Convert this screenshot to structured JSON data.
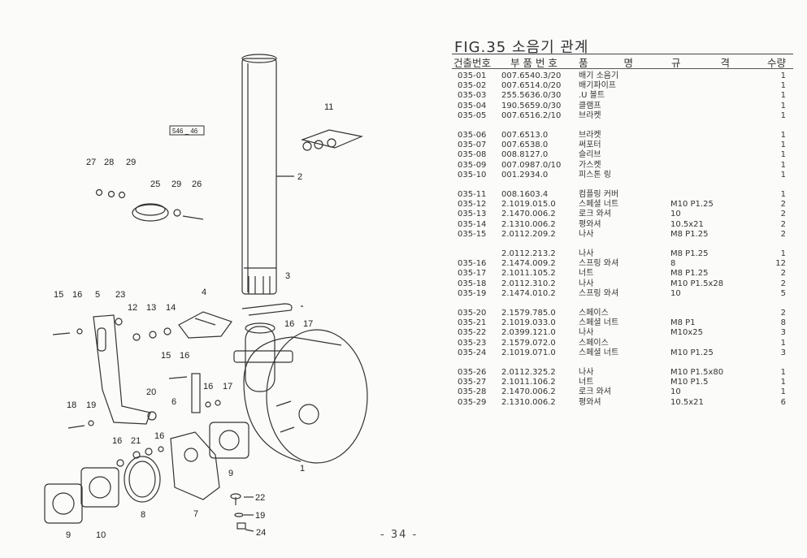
{
  "figure": {
    "title": "FIG.35 소음기 관계",
    "stamp": "546 _ 46",
    "callouts": [
      "27",
      "28",
      "29",
      "25",
      "29",
      "26",
      "2",
      "11",
      "3",
      "15",
      "16",
      "5",
      "23",
      "12",
      "13",
      "14",
      "4",
      "16",
      "17",
      "15",
      "16",
      "16",
      "17",
      "6",
      "20",
      "18",
      "19",
      "16",
      "21",
      "16",
      "9",
      "9",
      "10",
      "8",
      "7",
      "1",
      "22",
      "19",
      "24"
    ]
  },
  "table": {
    "headers": {
      "no": "건출번호",
      "part": "부 품 번 호",
      "name": "품 명",
      "spec": "규 격",
      "qty": "수량"
    },
    "rows": [
      {
        "no": "035-01",
        "part": "007.6540.3/20",
        "name": "배기 소음기",
        "spec": "",
        "qty": "1"
      },
      {
        "no": "035-02",
        "part": "007.6514.0/20",
        "name": "배기파이프",
        "spec": "",
        "qty": "1"
      },
      {
        "no": "035-03",
        "part": "255.5636.0/30",
        "name": ".U 볼트",
        "spec": "",
        "qty": "1"
      },
      {
        "no": "035-04",
        "part": "190.5659.0/30",
        "name": "클램프",
        "spec": "",
        "qty": "1"
      },
      {
        "no": "035-05",
        "part": "007.6516.2/10",
        "name": "브라켓",
        "spec": "",
        "qty": "1"
      },
      {
        "no": "035-06",
        "part": "007.6513.0",
        "name": "브라켓",
        "spec": "",
        "qty": "1"
      },
      {
        "no": "035-07",
        "part": "007.6538.0",
        "name": "써포터",
        "spec": "",
        "qty": "1"
      },
      {
        "no": "035-08",
        "part": "008.8127.0",
        "name": "슬리브",
        "spec": "",
        "qty": "1"
      },
      {
        "no": "035-09",
        "part": "007.0987.0/10",
        "name": "가스켓",
        "spec": "",
        "qty": "1"
      },
      {
        "no": "035-10",
        "part": "001.2934.0",
        "name": "피스톤 링",
        "spec": "",
        "qty": "1"
      },
      {
        "no": "035-11",
        "part": "008.1603.4",
        "name": "컴플링 커버",
        "spec": "",
        "qty": "1"
      },
      {
        "no": "035-12",
        "part": "2.1019.015.0",
        "name": "스페셜 너트",
        "spec": "M10 P1.25",
        "qty": "2"
      },
      {
        "no": "035-13",
        "part": "2.1470.006.2",
        "name": "로크 와셔",
        "spec": "10",
        "qty": "2"
      },
      {
        "no": "035-14",
        "part": "2.1310.006.2",
        "name": "평와셔",
        "spec": "10.5x21",
        "qty": "2"
      },
      {
        "no": "035-15",
        "part": "2.0112.209.2",
        "name": "나사",
        "spec": "M8 P1.25",
        "qty": "2"
      },
      {
        "no": "",
        "part": "2.0112.213.2",
        "name": "나사",
        "spec": "M8 P1.25",
        "qty": "1"
      },
      {
        "no": "035-16",
        "part": "2.1474.009.2",
        "name": "스프링 와셔",
        "spec": "8",
        "qty": "12"
      },
      {
        "no": "035-17",
        "part": "2.1011.105.2",
        "name": "너트",
        "spec": "M8 P1.25",
        "qty": "2"
      },
      {
        "no": "035-18",
        "part": "2.0112.310.2",
        "name": "나사",
        "spec": "M10 P1.5x28",
        "qty": "2"
      },
      {
        "no": "035-19",
        "part": "2.1474.010.2",
        "name": "스프링 와셔",
        "spec": "10",
        "qty": "5"
      },
      {
        "no": "035-20",
        "part": "2.1579.785.0",
        "name": "스페이스",
        "spec": "",
        "qty": "2"
      },
      {
        "no": "035-21",
        "part": "2.1019.033.0",
        "name": "스페셜 너트",
        "spec": "M8 P1",
        "qty": "8"
      },
      {
        "no": "035-22",
        "part": "2.0399.121.0",
        "name": "나사",
        "spec": "M10x25",
        "qty": "3"
      },
      {
        "no": "035-23",
        "part": "2.1579.072.0",
        "name": "스페이스",
        "spec": "",
        "qty": "1"
      },
      {
        "no": "035-24",
        "part": "2.1019.071.0",
        "name": "스페셜 너트",
        "spec": "M10 P1.25",
        "qty": "3"
      },
      {
        "no": "035-26",
        "part": "2.0112.325.2",
        "name": "나사",
        "spec": "M10 P1.5x80",
        "qty": "1"
      },
      {
        "no": "035-27",
        "part": "2.1011.106.2",
        "name": "너트",
        "spec": "M10 P1.5",
        "qty": "1"
      },
      {
        "no": "035-28",
        "part": "2.1470.006.2",
        "name": "로크 와셔",
        "spec": "10",
        "qty": "1"
      },
      {
        "no": "035-29",
        "part": "2.1310.006.2",
        "name": "평와셔",
        "spec": "10.5x21",
        "qty": "6"
      }
    ]
  },
  "page": {
    "number": "- 34 -"
  }
}
